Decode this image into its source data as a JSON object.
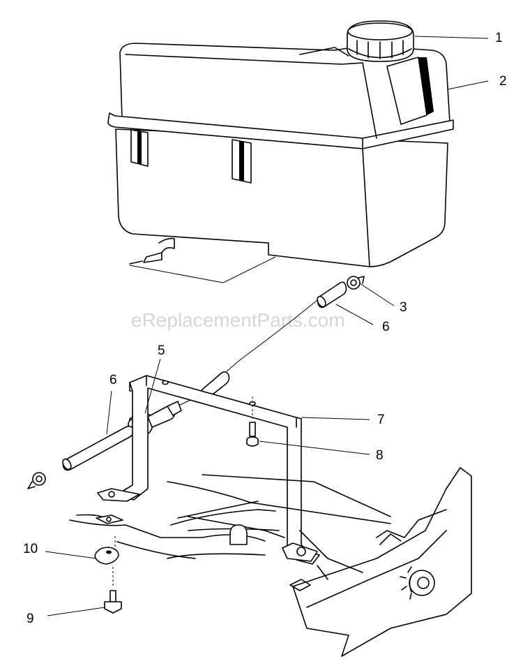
{
  "watermark": "eReplacementParts.com",
  "callouts": [
    {
      "id": "1",
      "label": "1"
    },
    {
      "id": "2",
      "label": "2"
    },
    {
      "id": "3",
      "label": "3"
    },
    {
      "id": "6a",
      "label": "6"
    },
    {
      "id": "5",
      "label": "5"
    },
    {
      "id": "6b",
      "label": "6"
    },
    {
      "id": "7",
      "label": "7"
    },
    {
      "id": "8",
      "label": "8"
    },
    {
      "id": "10",
      "label": "10"
    },
    {
      "id": "9",
      "label": "9"
    }
  ]
}
